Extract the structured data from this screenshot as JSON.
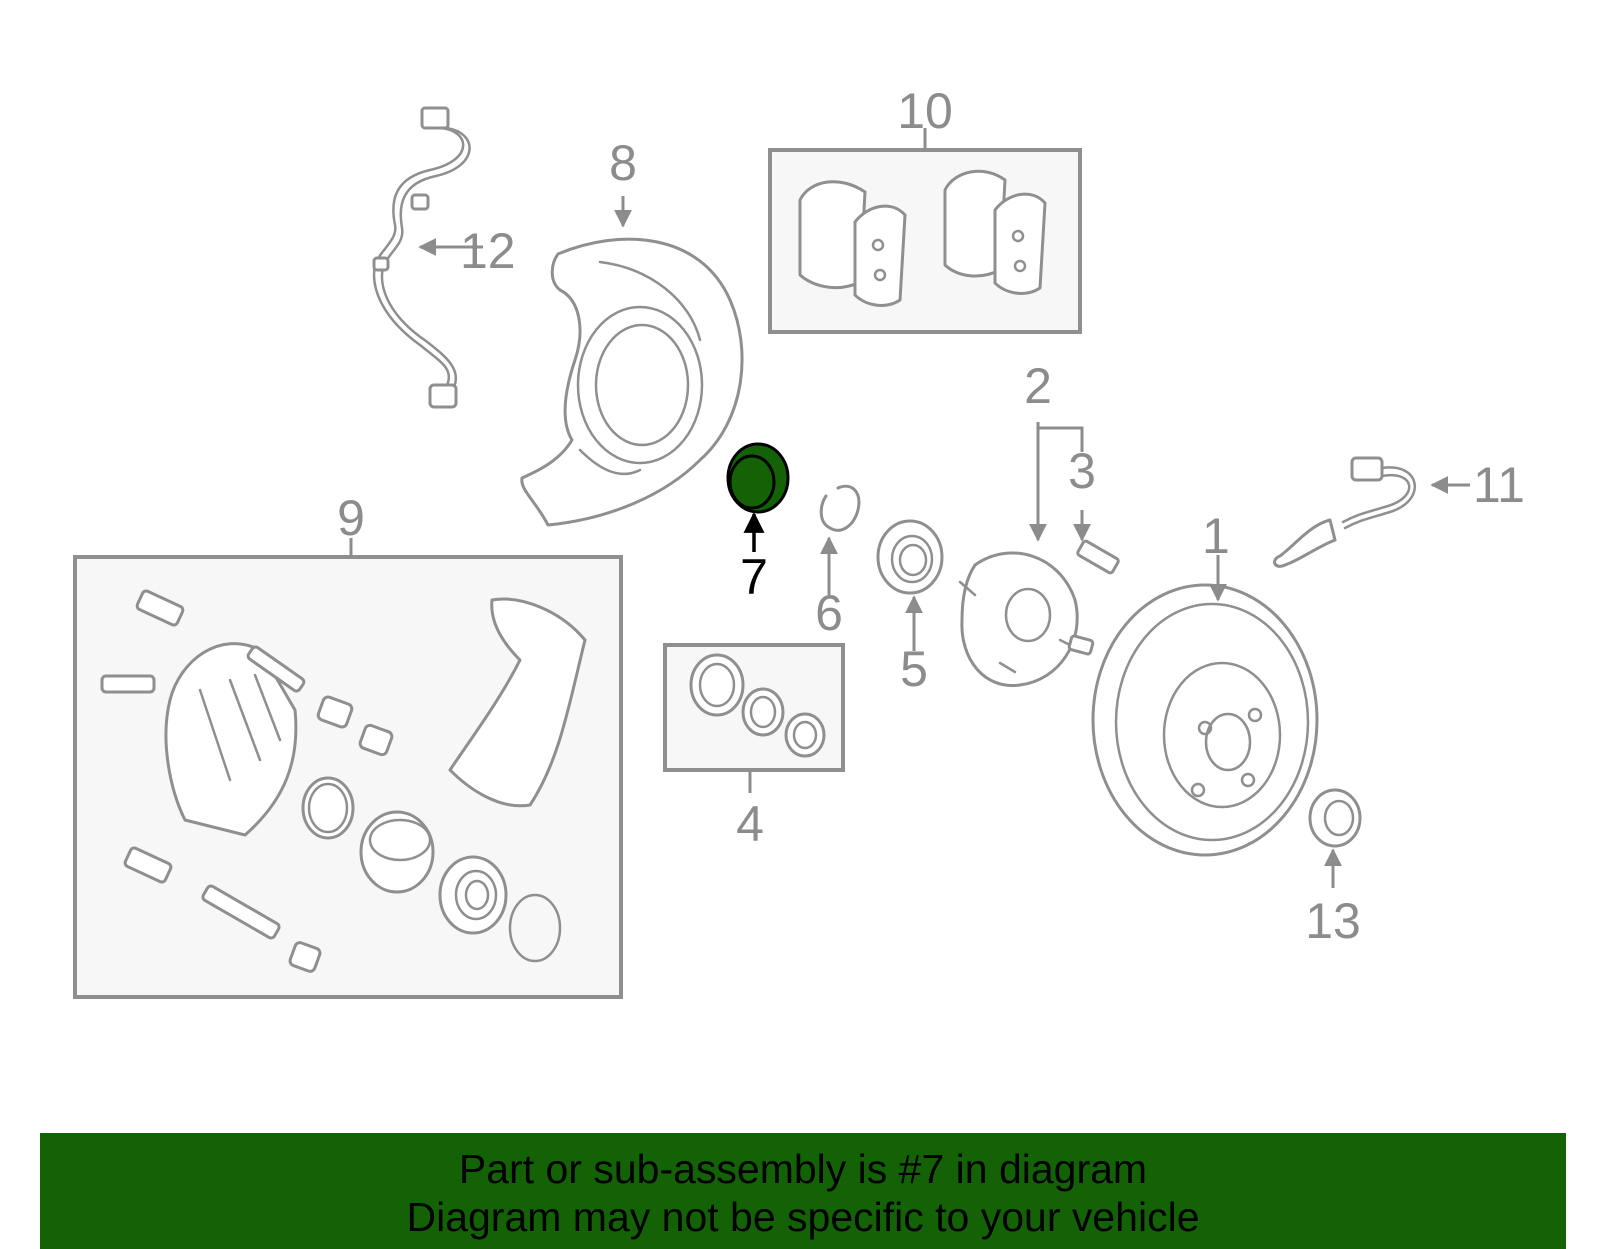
{
  "callouts": {
    "n1": "1",
    "n2": "2",
    "n3": "3",
    "n4": "4",
    "n5": "5",
    "n6": "6",
    "n7": "7",
    "n8": "8",
    "n9": "9",
    "n10": "10",
    "n11": "11",
    "n12": "12",
    "n13": "13"
  },
  "highlighted_part": "7",
  "colors": {
    "highlight": "#136306",
    "line_art": "#8f8f8f",
    "banner_bg": "#136306"
  },
  "banner": {
    "line1": "Part or sub-assembly is #7 in diagram",
    "line2": "Diagram may not be specific to your vehicle"
  }
}
